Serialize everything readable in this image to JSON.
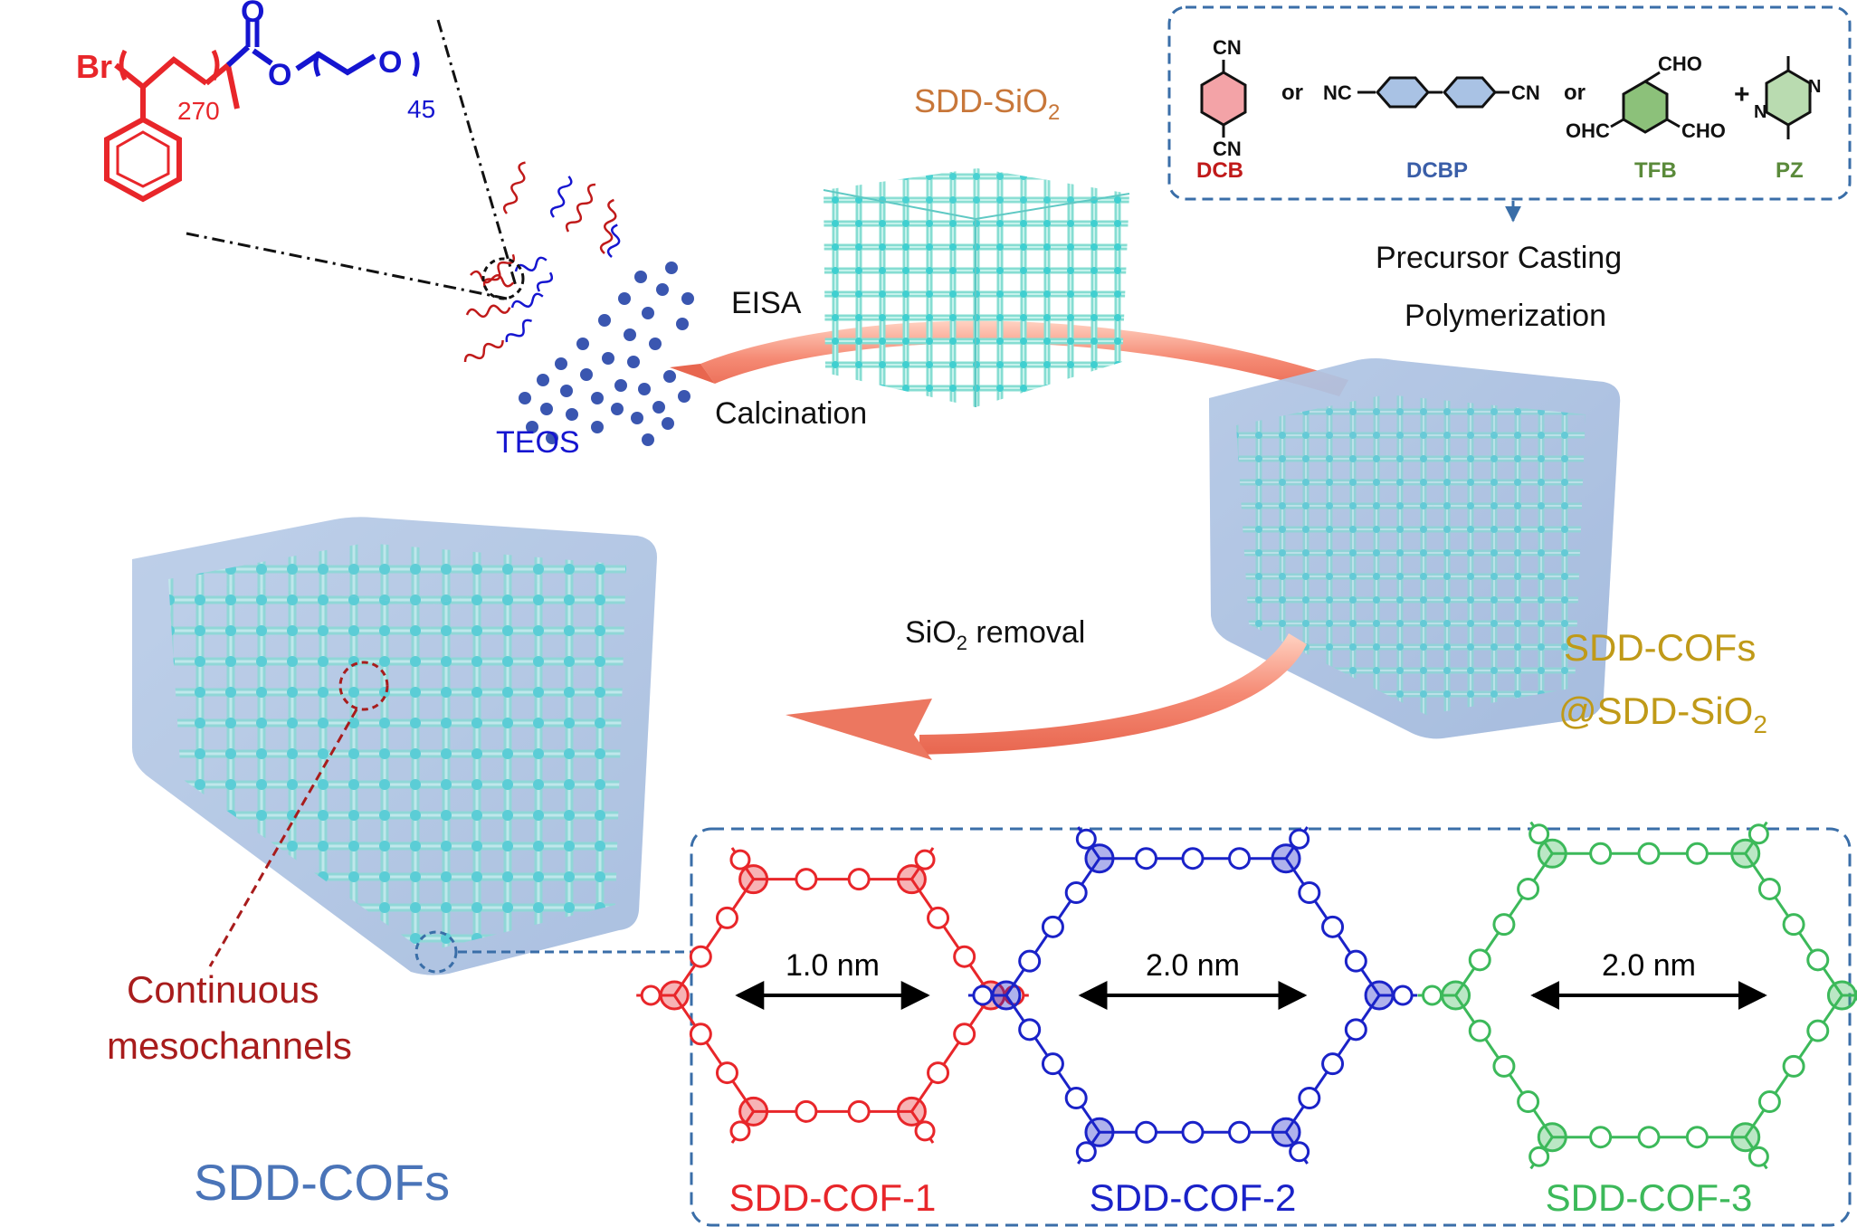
{
  "polymer": {
    "br": "Br",
    "n_ps": "270",
    "oxygen": "O",
    "n_peo": "45"
  },
  "steps": {
    "eisa": "EISA",
    "calcination": "Calcination",
    "precursor_casting": "Precursor Casting",
    "polymerization": "Polymerization",
    "sio2_removal_prefix": "SiO",
    "sio2_removal_sub": "2",
    "sio2_removal_suffix": " removal"
  },
  "labels": {
    "teos": "TEOS",
    "sdd_sio2_prefix": "SDD-SiO",
    "sdd_sio2_sub": "2",
    "cofs_at_line1": "SDD-COFs",
    "cofs_at_line2_prefix": "@SDD-SiO",
    "cofs_at_line2_sub": "2",
    "continuous_line1": "Continuous",
    "continuous_line2": "mesochannels",
    "sdd_cofs": "SDD-COFs"
  },
  "monomers": {
    "cn": "CN",
    "nc": "NC",
    "cho": "CHO",
    "ohc": "OHC",
    "n": "N",
    "or": "or",
    "plus": "+",
    "dcb": "DCB",
    "dcbp": "DCBP",
    "tfb": "TFB",
    "pz": "PZ"
  },
  "cofs": [
    {
      "name": "SDD-COF-1",
      "pore": "1.0 nm",
      "color": "#e8262a"
    },
    {
      "name": "SDD-COF-2",
      "pore": "2.0 nm",
      "color": "#1a22c8"
    },
    {
      "name": "SDD-COF-3",
      "pore": "2.0 nm",
      "color": "#3cb95a"
    }
  ],
  "colors": {
    "ps_red": "#e8262a",
    "peo_blue": "#1515d0",
    "sio2_orange": "#c8773a",
    "gold": "#c09a18",
    "dark_red": "#a81c1c",
    "steel_blue": "#4a74b8",
    "framework_cyan": "#8fe3d8",
    "box_blue": "#9fb8dc",
    "arrow_salmon": "#f58a74"
  }
}
